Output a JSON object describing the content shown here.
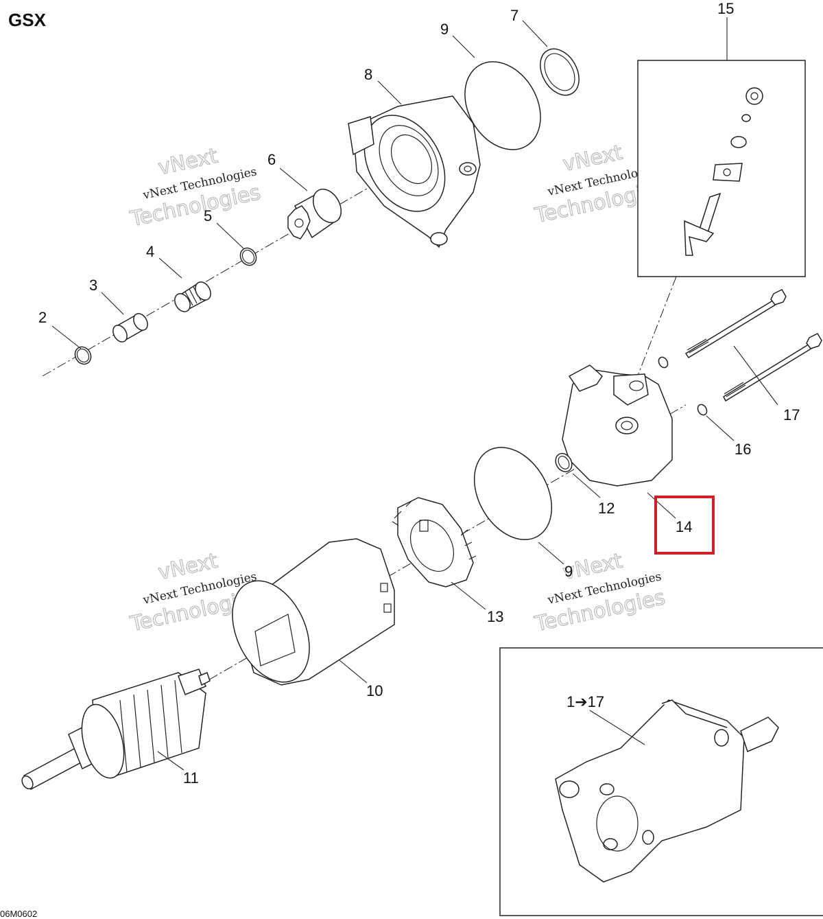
{
  "header": {
    "title": "GSX"
  },
  "figure_code": "06M0602",
  "callouts": {
    "c2": "2",
    "c3": "3",
    "c4": "4",
    "c5": "5",
    "c6": "6",
    "c7": "7",
    "c8": "8",
    "c9a": "9",
    "c9b": "9",
    "c10": "10",
    "c11": "11",
    "c12": "12",
    "c13": "13",
    "c14": "14",
    "c15": "15",
    "c16": "16",
    "c17": "17",
    "c_assembly": "1➔17"
  },
  "highlight": {
    "label": "14",
    "color": "#d0202a"
  },
  "watermarks": [
    {
      "line1": "vNext Technologies",
      "line2": "Technologies",
      "line0": "vNext"
    },
    {
      "line1": "vNext Technologies",
      "line2": "Technologies",
      "line0": "vNext"
    },
    {
      "line1": "vNext Technologies",
      "line2": "Technologies",
      "line0": "vNext"
    },
    {
      "line1": "vNext Technologies",
      "line2": "Technologies",
      "line0": "vNext"
    }
  ]
}
